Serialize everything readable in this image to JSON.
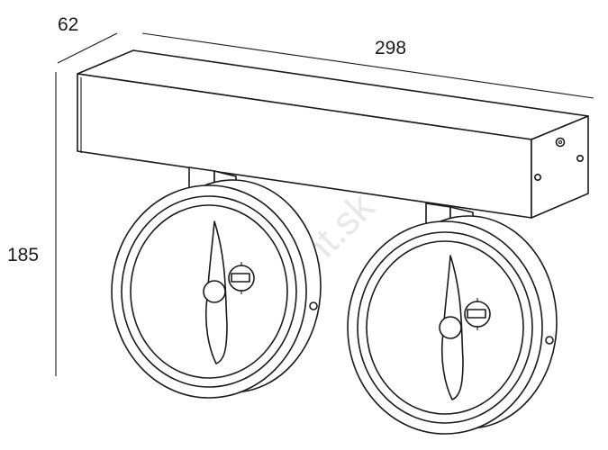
{
  "dimensions": {
    "depth": "62",
    "width": "298",
    "height": "185"
  },
  "watermark": "...ent.sk"
}
